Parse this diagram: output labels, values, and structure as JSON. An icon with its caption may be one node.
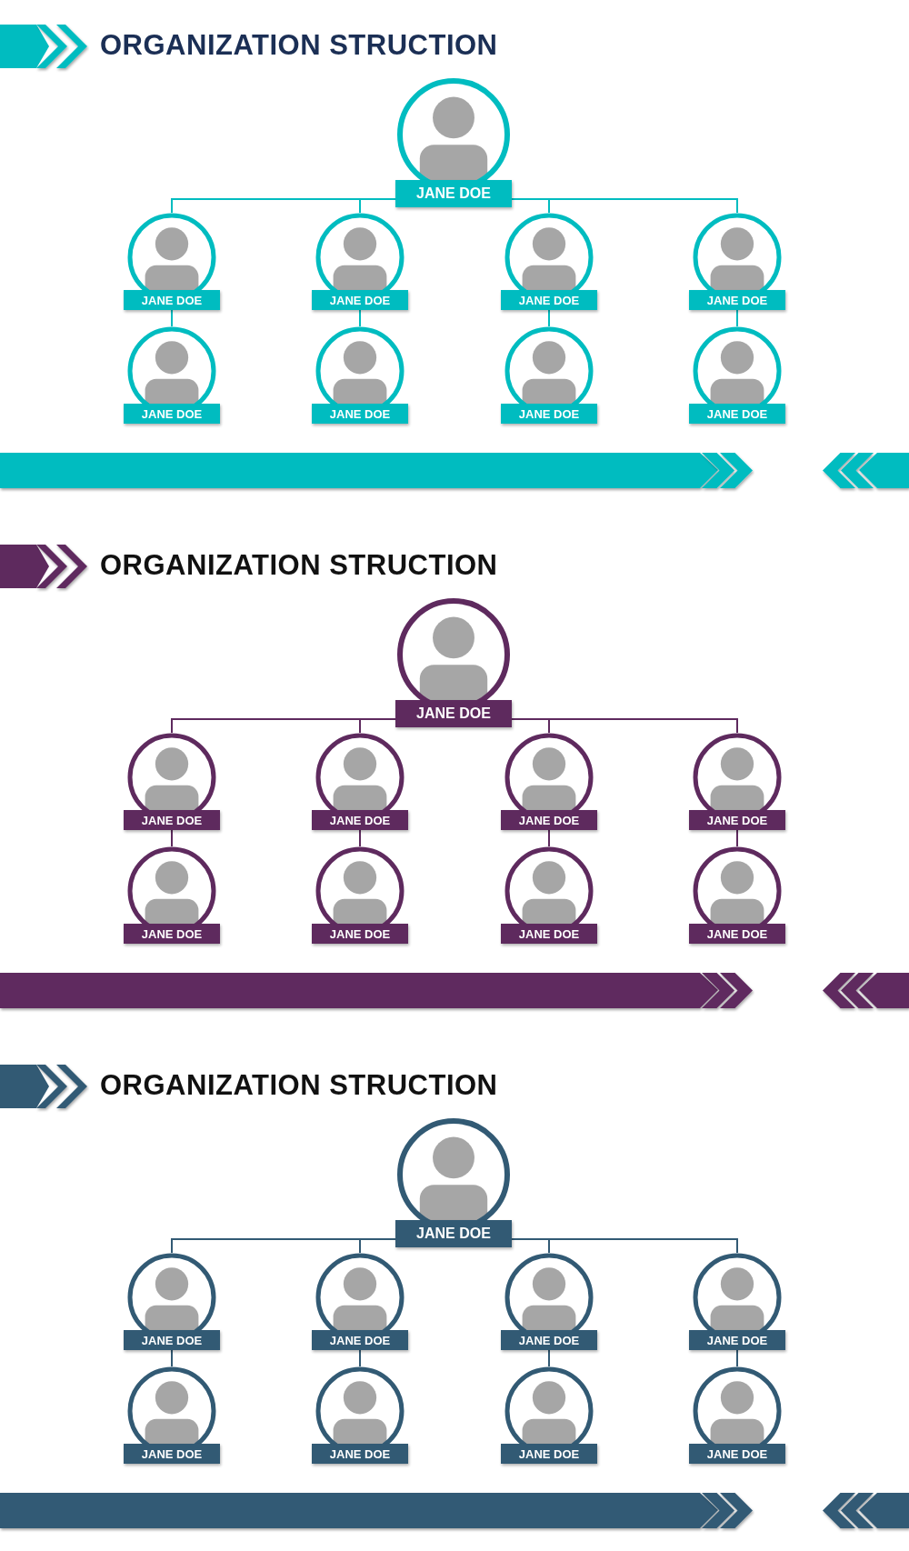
{
  "diagram": {
    "title": "ORGANIZATION STRUCTION",
    "nodes": [
      {
        "text": [
          "JANE DOE"
        ]
      },
      {
        "text": [
          "JANE DOE"
        ]
      },
      {
        "text": [
          "JANE DOE"
        ]
      },
      {
        "text": [
          "JANE DOE"
        ]
      },
      {
        "text": [
          "JANE DOE"
        ]
      },
      {
        "text": [
          "JANE DOE"
        ]
      },
      {
        "text": [
          "JANE DOE"
        ]
      },
      {
        "text": [
          "JANE DOE"
        ]
      },
      {
        "text": [
          "JANE DOE"
        ]
      },
      {
        "text": [
          "JANE DOE"
        ]
      },
      {
        "text": [
          "JANE DOE"
        ]
      },
      {
        "text": [
          "JANE DOE"
        ]
      },
      {
        "text": [
          "JANE DOE"
        ]
      },
      {
        "text": [
          "JANE DOE"
        ]
      },
      {
        "text": [
          "JANE DOE"
        ]
      },
      {
        "text": [
          "JANE DOE"
        ]
      },
      {
        "text": [
          "JANE DOE"
        ]
      },
      {
        "text": [
          "JANE DOE"
        ]
      },
      {
        "text": [
          "JANE DOE"
        ]
      },
      {
        "text": [
          "JANE DOE"
        ]
      },
      {
        "text": [
          "JANE DOE"
        ]
      },
      {
        "text": [
          "JANE DOE"
        ]
      },
      {
        "text": [
          "JANE DOE"
        ]
      },
      {
        "text": [
          "JANE DOE"
        ]
      },
      {
        "text": [
          "JANE DOE"
        ]
      },
      {
        "text": [
          "JANE DOE"
        ]
      },
      {
        "text": [
          "JANE DOE"
        ]
      }
    ],
    "edges": [
      {
        "from": 0,
        "to": 1,
        "arrow": "none",
        "color": "#00bcc0"
      },
      {
        "from": 0,
        "to": 2,
        "arrow": "none",
        "color": "#00bcc0"
      },
      {
        "from": 0,
        "to": 3,
        "arrow": "none",
        "color": "#00bcc0"
      },
      {
        "from": 0,
        "to": 4,
        "arrow": "none",
        "color": "#00bcc0"
      },
      {
        "from": 1,
        "to": 5,
        "arrow": "none",
        "color": "#00bcc0"
      },
      {
        "from": 2,
        "to": 6,
        "arrow": "none",
        "color": "#00bcc0"
      },
      {
        "from": 3,
        "to": 7,
        "arrow": "none",
        "color": "#00bcc0"
      },
      {
        "from": 4,
        "to": 8,
        "arrow": "none",
        "color": "#00bcc0"
      },
      {
        "from": 9,
        "to": 10,
        "arrow": "none",
        "color": "#5e2a5e"
      },
      {
        "from": 9,
        "to": 11,
        "arrow": "none",
        "color": "#5e2a5e"
      },
      {
        "from": 9,
        "to": 12,
        "arrow": "none",
        "color": "#5e2a5e"
      },
      {
        "from": 9,
        "to": 13,
        "arrow": "none",
        "color": "#5e2a5e"
      },
      {
        "from": 10,
        "to": 14,
        "arrow": "none",
        "color": "#5e2a5e"
      },
      {
        "from": 11,
        "to": 15,
        "arrow": "none",
        "color": "#5e2a5e"
      },
      {
        "from": 12,
        "to": 16,
        "arrow": "none",
        "color": "#5e2a5e"
      },
      {
        "from": 13,
        "to": 17,
        "arrow": "none",
        "color": "#5e2a5e"
      },
      {
        "from": 18,
        "to": 19,
        "arrow": "none",
        "color": "#325a74"
      },
      {
        "from": 18,
        "to": 20,
        "arrow": "none",
        "color": "#325a74"
      },
      {
        "from": 18,
        "to": 21,
        "arrow": "none",
        "color": "#325a74"
      },
      {
        "from": 18,
        "to": 22,
        "arrow": "none",
        "color": "#325a74"
      },
      {
        "from": 19,
        "to": 23,
        "arrow": "none",
        "color": "#325a74"
      },
      {
        "from": 20,
        "to": 24,
        "arrow": "none",
        "color": "#325a74"
      },
      {
        "from": 21,
        "to": 25,
        "arrow": "none",
        "color": "#325a74"
      },
      {
        "from": 22,
        "to": 26,
        "arrow": "none",
        "color": "#325a74"
      }
    ],
    "labels": [
      "ORGANIZATION STRUCTION",
      "ORGANIZATION STRUCTION"
    ]
  }
}
